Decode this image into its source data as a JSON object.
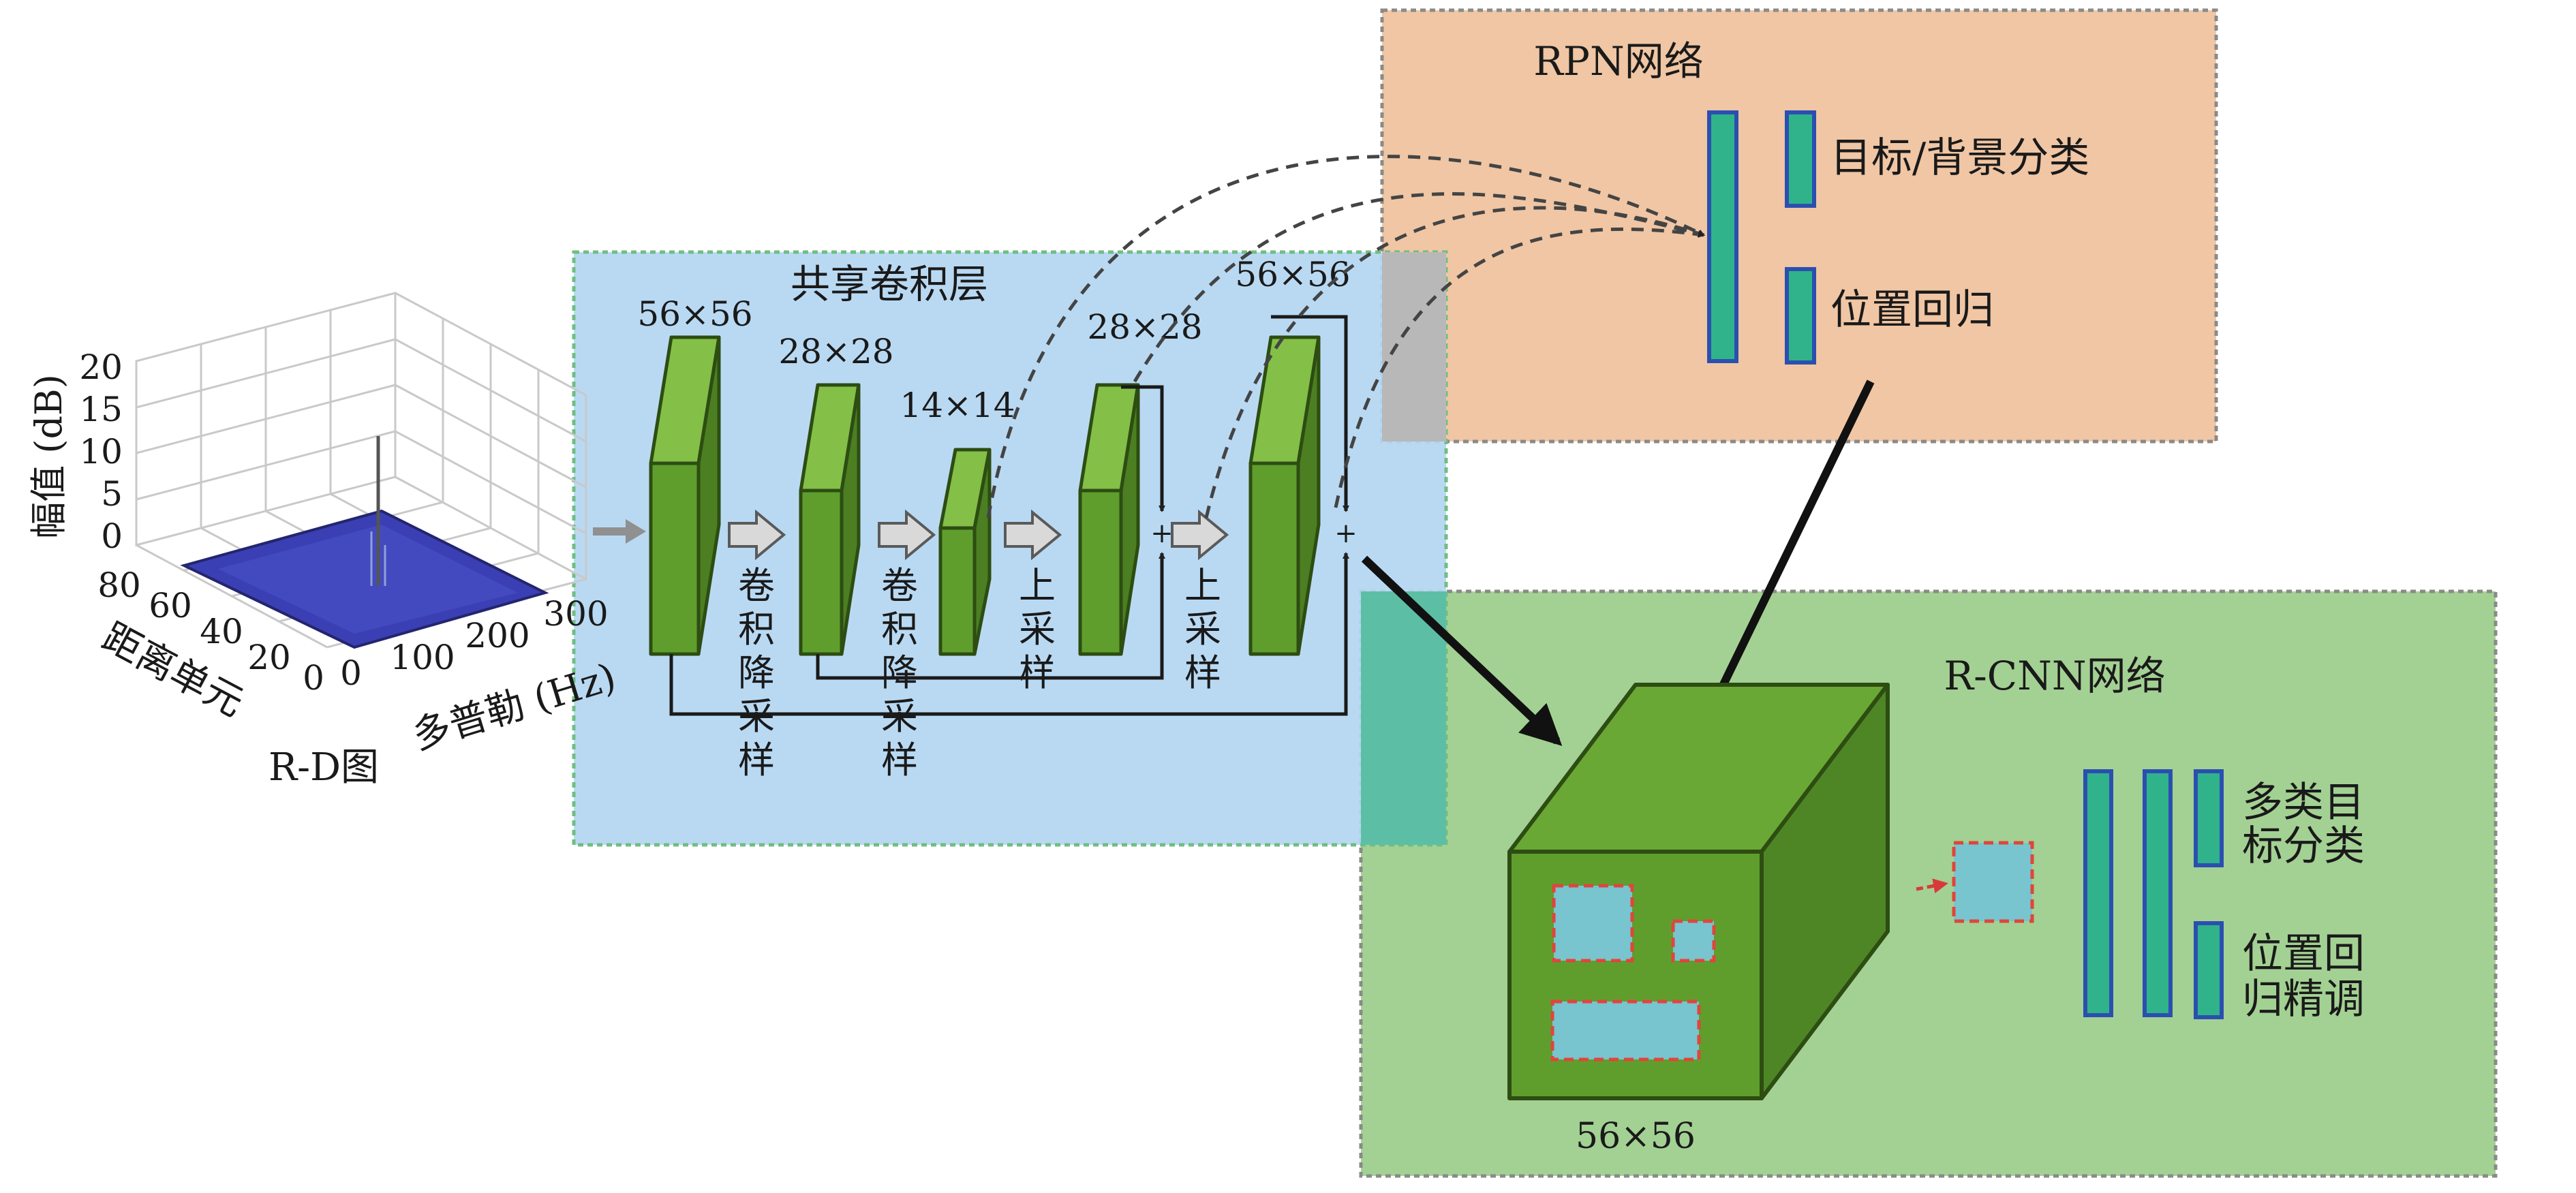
{
  "rd_plot": {
    "z_label": "幅值 (dB)",
    "z_ticks": [
      "20",
      "15",
      "10",
      "5",
      "0"
    ],
    "y_label": "距离单元",
    "y_ticks": [
      "80",
      "60",
      "40",
      "20",
      "0"
    ],
    "x_label": "多普勒 (Hz)",
    "x_ticks": [
      "0",
      "100",
      "200",
      "300"
    ],
    "caption": "R-D图"
  },
  "shared_conv": {
    "title": "共享卷积层",
    "sizes": [
      "56×56",
      "28×28",
      "14×14",
      "28×28",
      "56×56"
    ],
    "ops": [
      "卷积降采样",
      "卷积降采样",
      "上采样",
      "上采样"
    ]
  },
  "rpn": {
    "title": "RPN网络",
    "cls_label": "目标/背景分类",
    "reg_label": "位置回归"
  },
  "rcnn": {
    "title": "R-CNN网络",
    "cube_size": "56×56",
    "cls_label": [
      "多类目",
      "标分类"
    ],
    "reg_label": [
      "位置回",
      "归精调"
    ]
  },
  "plus_sign": "+",
  "colors": {
    "shared_bg": "#b3d6f2",
    "rpn_bg": "#f0c6a4",
    "rcnn_bg": "#a3d193",
    "block_green": "#5f9e2d",
    "fc_teal": "#30b38a",
    "roi_cyan": "#78c4cf"
  }
}
